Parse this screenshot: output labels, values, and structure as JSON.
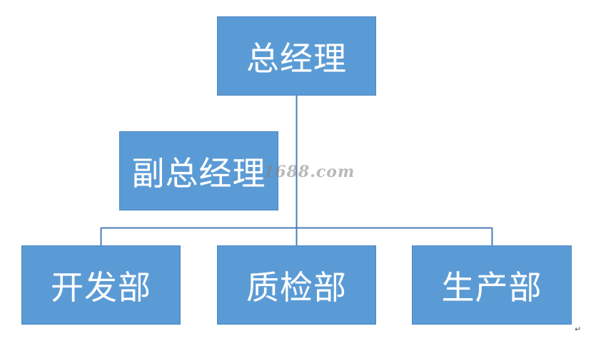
{
  "org_chart": {
    "top": {
      "label": "总经理"
    },
    "assistant": {
      "label": "副总经理"
    },
    "departments": [
      {
        "label": "开发部"
      },
      {
        "label": "质检部"
      },
      {
        "label": "生产部"
      }
    ]
  },
  "watermark": {
    "text": "1688.com"
  },
  "paragraph_mark": {
    "glyph": "↵"
  },
  "colors": {
    "node_fill": "#5b9bd5",
    "node_border": "#4a86c4",
    "node_text": "#ffffff",
    "connector": "#4a7ebb"
  }
}
